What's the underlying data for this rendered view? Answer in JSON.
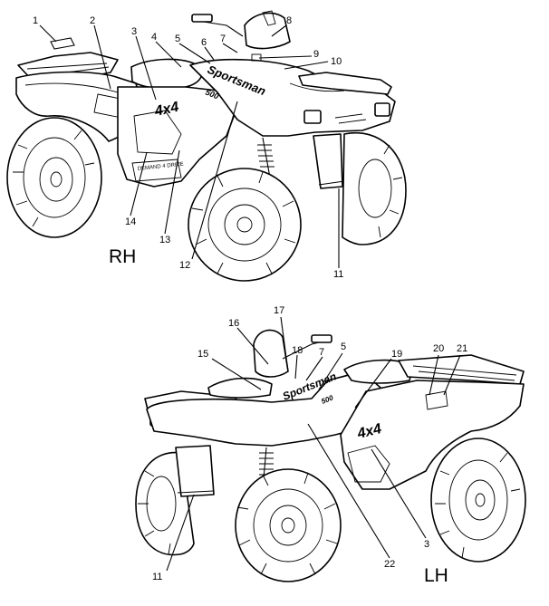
{
  "views": {
    "rh": {
      "label": "RH"
    },
    "lh": {
      "label": "LH"
    }
  },
  "decal_text": {
    "sportsman": "Sportsman",
    "model": "500",
    "badge": "4x4",
    "drive_decal": "DEMAND 4 DRIVE"
  },
  "callouts": {
    "rh": [
      "1",
      "2",
      "3",
      "4",
      "5",
      "6",
      "7",
      "8",
      "9",
      "10",
      "11",
      "12",
      "13",
      "14"
    ],
    "lh": [
      "16",
      "17",
      "18",
      "15",
      "7",
      "5",
      "19",
      "20",
      "21",
      "11",
      "22",
      "3"
    ]
  }
}
